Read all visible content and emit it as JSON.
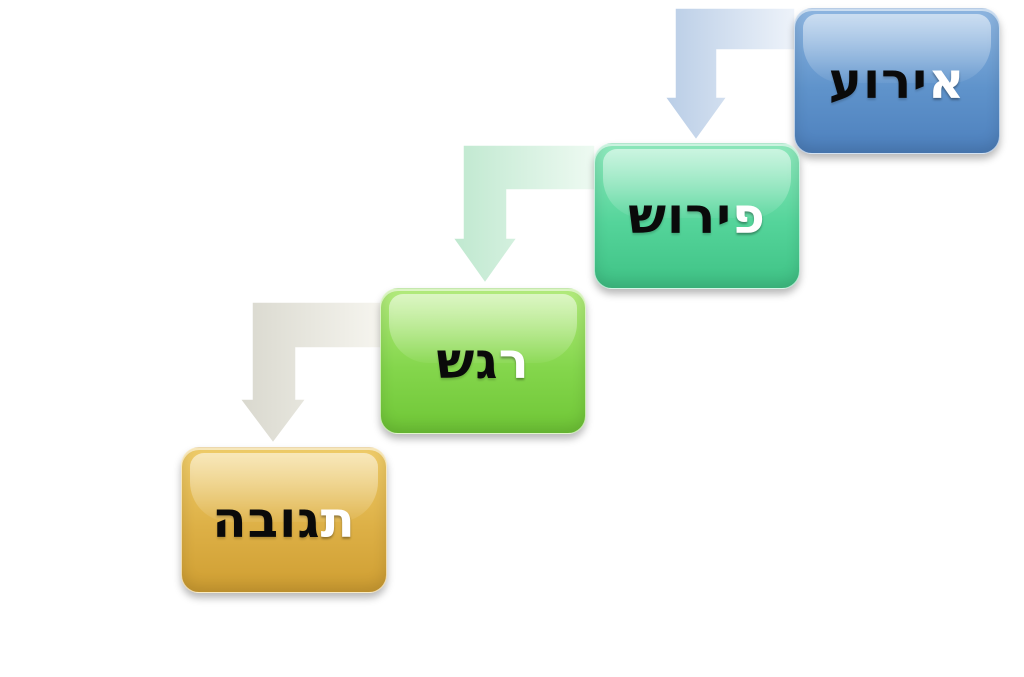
{
  "steps": [
    {
      "lead": "א",
      "rest": "ירוע",
      "color": "#5f93cb"
    },
    {
      "lead": "פ",
      "rest": "ירוש",
      "color": "#54d49a"
    },
    {
      "lead": "ר",
      "rest": "גש",
      "color": "#84d64c"
    },
    {
      "lead": "ת",
      "rest": "גובה",
      "color": "#ddb046"
    }
  ]
}
